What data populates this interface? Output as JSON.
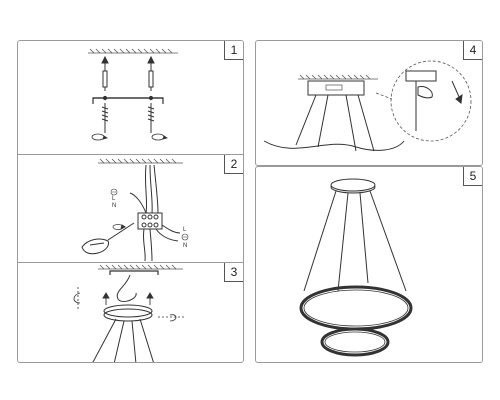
{
  "steps": [
    {
      "number": "1"
    },
    {
      "number": "2"
    },
    {
      "number": "3"
    },
    {
      "number": "4"
    },
    {
      "number": "5"
    }
  ],
  "wiring": {
    "earth_symbol": "⏚",
    "line_label": "L",
    "neutral_label": "N"
  },
  "icons": [
    "ceiling-hatch-icon",
    "screw-icon",
    "screwdriver-icon",
    "terminal-block-icon",
    "ring-lamp-icon"
  ]
}
